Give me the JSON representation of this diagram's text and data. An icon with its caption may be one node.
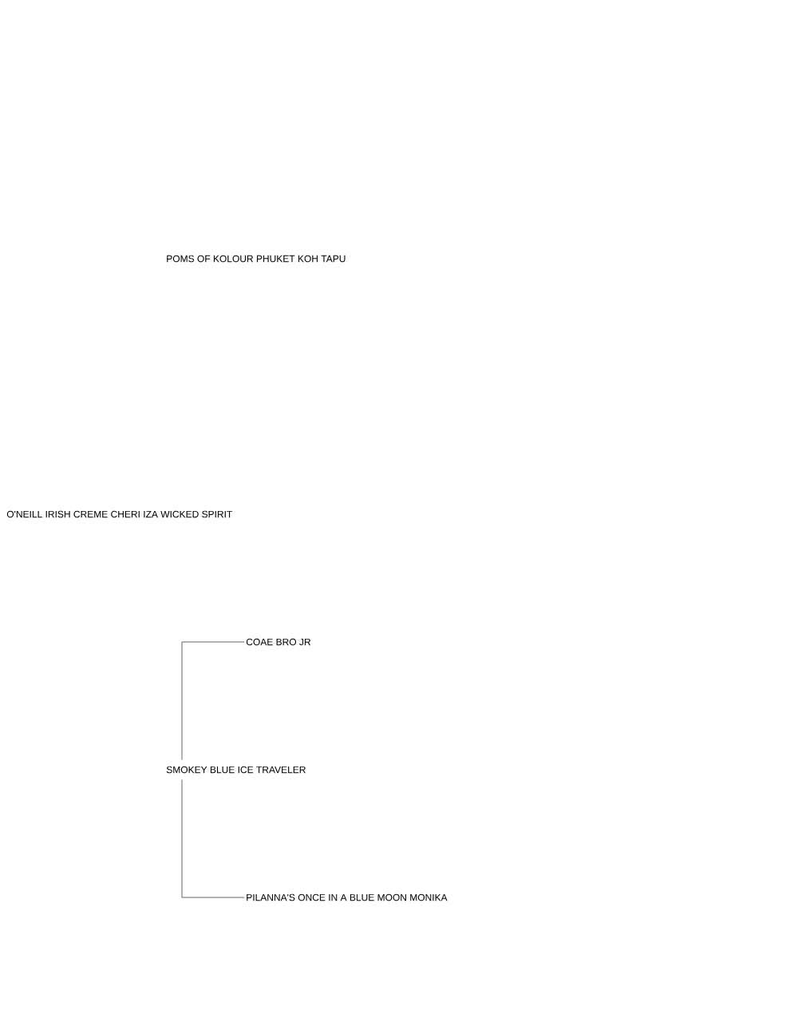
{
  "diagram": {
    "nodes": [
      {
        "text": [
          "POMS OF KOLOUR PHUKET KOH TAPU"
        ]
      },
      {
        "text": [
          "O'NEILL IRISH CREME CHERI IZA WICKED SPIRIT"
        ]
      },
      {
        "text": [
          "COAE BRO JR"
        ]
      },
      {
        "text": [
          "SMOKEY BLUE ICE TRAVELER"
        ]
      },
      {
        "text": [
          "PILANNA'S ONCE IN A BLUE MOON MONIKA"
        ]
      }
    ],
    "edges": [
      {
        "from": 3,
        "to": 2,
        "arrow": "none"
      },
      {
        "from": 3,
        "to": 4,
        "arrow": "none"
      }
    ]
  }
}
